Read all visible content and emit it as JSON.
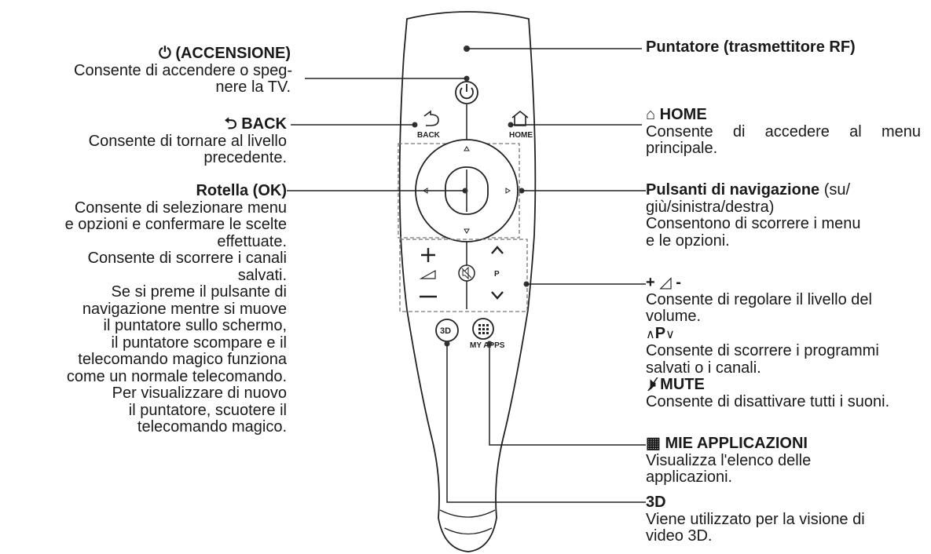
{
  "left": {
    "power": {
      "title": "(ACCENSIONE)",
      "desc": [
        "Consente di accendere o speg-",
        "nere la TV."
      ]
    },
    "back": {
      "title": "BACK",
      "desc": [
        "Consente di tornare al livello",
        "precedente."
      ]
    },
    "wheel": {
      "title": "Rotella (OK)",
      "desc": [
        "Consente di selezionare menu",
        "e opzioni e confermare le scelte",
        "effettuate.",
        "Consente di scorrere i canali",
        "salvati.",
        "Se si preme il pulsante di",
        "navigazione mentre si muove",
        "il puntatore sullo schermo,",
        "il puntatore scompare e il",
        "telecomando magico funziona",
        "come un normale telecomando.",
        "Per visualizzare di nuovo",
        "il puntatore, scuotere il",
        "telecomando magico."
      ]
    }
  },
  "right": {
    "pointer": {
      "title": "Puntatore (trasmettitore RF)"
    },
    "home": {
      "title": "HOME",
      "desc": [
        "Consente di accedere al menu",
        "principale."
      ]
    },
    "nav": {
      "title": "Pulsanti di navigazione",
      "title_suffix": " (su/",
      "desc": [
        "giù/sinistra/destra)",
        "Consentono di scorrere i menu",
        "e le opzioni."
      ]
    },
    "volume": {
      "title_plus": "+",
      "title_minus": "-",
      "desc": [
        "Consente di regolare il livello del",
        "volume."
      ],
      "p_title": "P",
      "p_desc": [
        "Consente di scorrere i programmi",
        "salvati o i canali."
      ],
      "mute_title": "MUTE",
      "mute_desc": [
        "Consente di disattivare tutti i suoni."
      ]
    },
    "apps": {
      "title": "MIE APPLICAZIONI",
      "desc": [
        "Visualizza l'elenco delle",
        "applicazioni."
      ]
    },
    "three_d": {
      "title": "3D",
      "desc": [
        "Viene utilizzato per la visione di",
        "video 3D."
      ]
    }
  },
  "remote": {
    "back_label": "BACK",
    "home_label": "HOME",
    "p_label": "P",
    "threed_label": "3D",
    "apps_label": "MY APPS"
  }
}
